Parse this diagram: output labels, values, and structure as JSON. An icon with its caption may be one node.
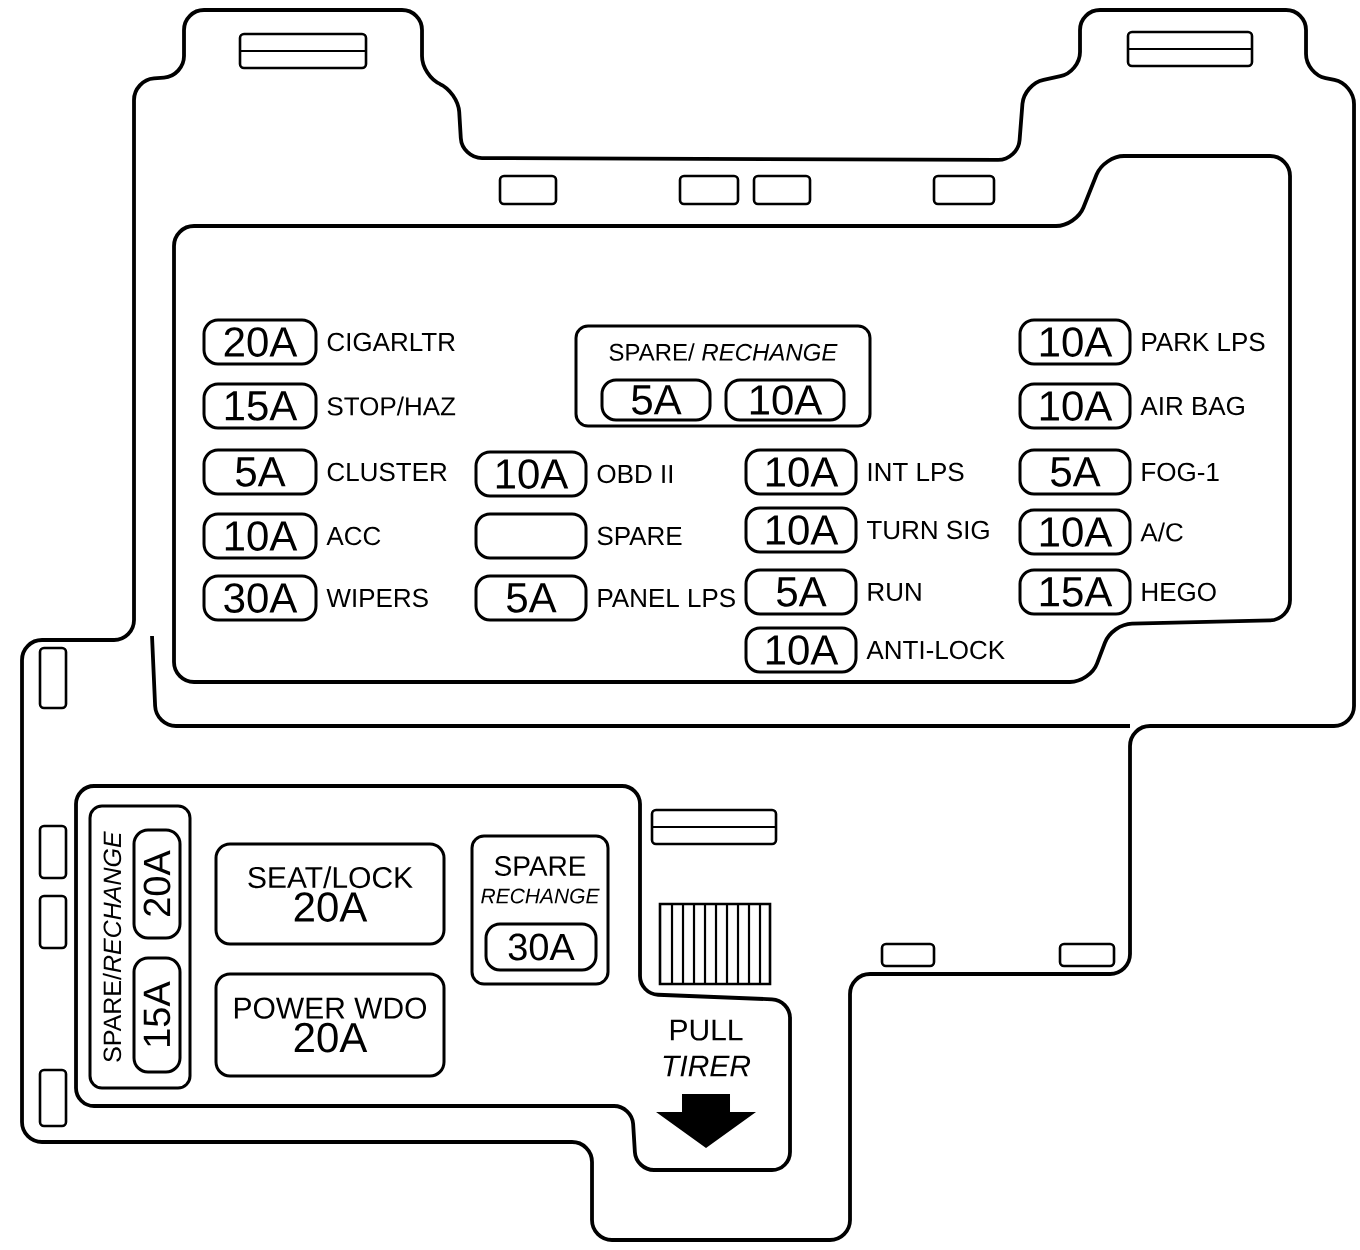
{
  "diagram": {
    "nodes": [
      {
        "text": [
          "20A"
        ],
        "beside": [
          "CIGARLTR"
        ]
      },
      {
        "text": [
          "SPARE/ *RECHANGE*"
        ]
      },
      {
        "text": [
          "5A"
        ],
        "in": 1
      },
      {
        "text": [
          "10A"
        ],
        "in": 1
      },
      {
        "text": [
          "10A"
        ],
        "beside": [
          "PARK LPS"
        ]
      },
      {
        "text": [
          "15A"
        ],
        "beside": [
          "STOP/HAZ"
        ]
      },
      {
        "text": [
          "10A"
        ],
        "beside": [
          "AIR BAG"
        ]
      },
      {
        "text": [
          "5A"
        ],
        "beside": [
          "CLUSTER"
        ]
      },
      {
        "text": [
          "10A"
        ],
        "beside": [
          "OBD II"
        ]
      },
      {
        "text": [
          "10A"
        ],
        "beside": [
          "INT LPS"
        ]
      },
      {
        "text": [
          "5A"
        ],
        "beside": [
          "FOG-1"
        ]
      },
      {
        "text": [
          "10A"
        ],
        "beside": [
          "ACC"
        ]
      },
      {
        "text": [],
        "shape": "box",
        "beside": [
          "SPARE"
        ]
      },
      {
        "text": [
          "10A"
        ],
        "beside": [
          "TURN SIG"
        ]
      },
      {
        "text": [
          "10A"
        ],
        "beside": [
          "A/C"
        ]
      },
      {
        "text": [
          "30A"
        ],
        "beside": [
          "WIPERS"
        ]
      },
      {
        "text": [
          "5A"
        ],
        "beside": [
          "PANEL LPS"
        ]
      },
      {
        "text": [
          "5A"
        ],
        "beside": [
          "RUN"
        ]
      },
      {
        "text": [
          "15A"
        ],
        "beside": [
          "HEGO"
        ]
      },
      {
        "text": [
          "10A"
        ],
        "beside": [
          "ANTI-LOCK"
        ]
      },
      {
        "text": [
          "SPARE/*RECHANGE*"
        ]
      },
      {
        "text": [
          "20A"
        ],
        "in": 20
      },
      {
        "text": [
          "15A"
        ],
        "in": 20
      },
      {
        "text": [
          "SEAT/LOCK",
          "20A"
        ]
      },
      {
        "text": [
          "POWER WDO",
          "20A"
        ]
      },
      {
        "text": [
          "SPARE",
          "RECHANGE"
        ]
      },
      {
        "text": [
          "30A"
        ],
        "in": 25
      }
    ],
    "labels": [
      "PULL *TIRER*"
    ]
  }
}
